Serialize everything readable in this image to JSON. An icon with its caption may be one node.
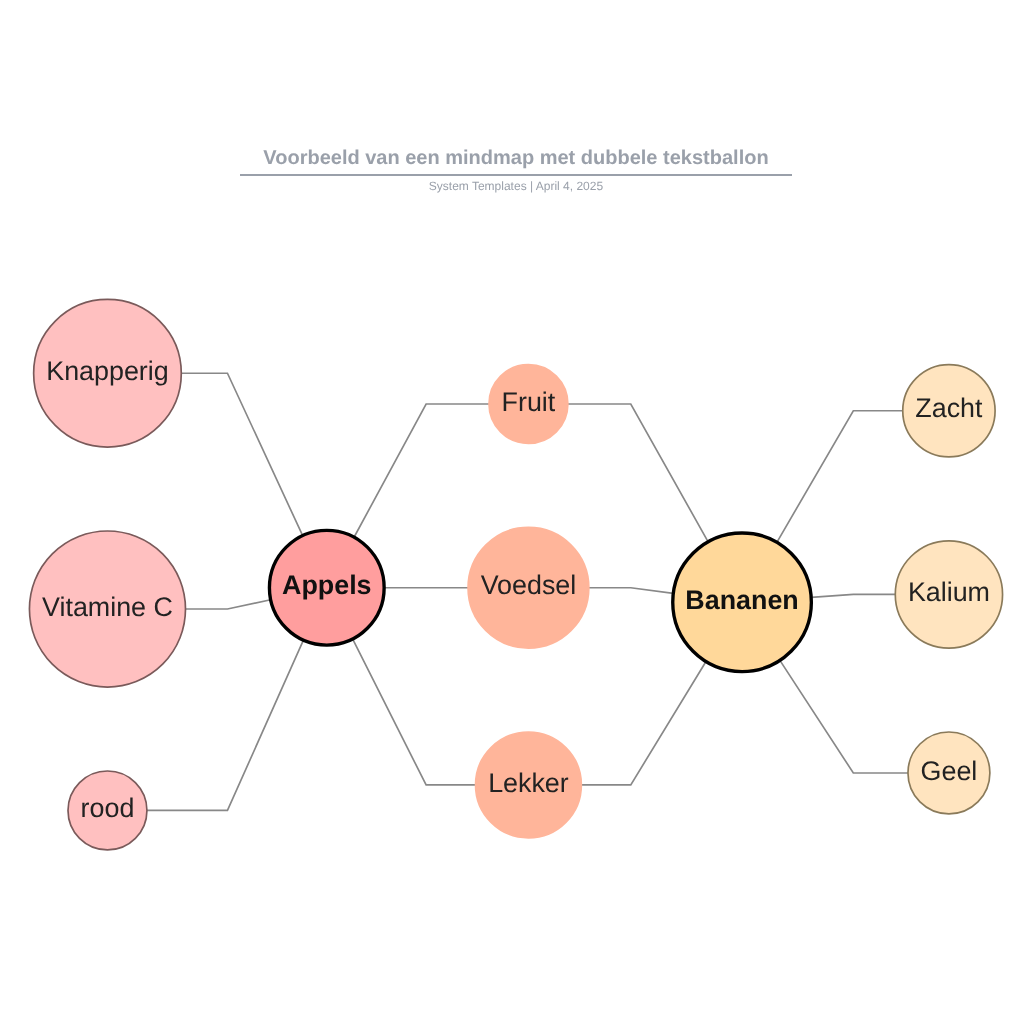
{
  "diagram": {
    "title": "Voorbeeld van een mindmap met dubbele tekstballon",
    "caption": "System Templates | April 4, 2025",
    "nodes": [
      {
        "text": [
          "Knapperig"
        ]
      },
      {
        "text": [
          "Fruit"
        ]
      },
      {
        "text": [
          "Zacht"
        ]
      },
      {
        "text": [
          "Vitamine C"
        ]
      },
      {
        "text": [
          "Appels"
        ]
      },
      {
        "text": [
          "Voedsel"
        ]
      },
      {
        "text": [
          "Bananen"
        ]
      },
      {
        "text": [
          "Kalium"
        ]
      },
      {
        "text": [
          "rood"
        ]
      },
      {
        "text": [
          "Lekker"
        ]
      },
      {
        "text": [
          "Geel"
        ]
      }
    ],
    "edges": [
      {
        "from": 0,
        "to": 4,
        "arrow": "none"
      },
      {
        "from": 3,
        "to": 4,
        "arrow": "none"
      },
      {
        "from": 8,
        "to": 4,
        "arrow": "none"
      },
      {
        "from": 4,
        "to": 1,
        "arrow": "none"
      },
      {
        "from": 4,
        "to": 5,
        "arrow": "none"
      },
      {
        "from": 4,
        "to": 9,
        "arrow": "none"
      },
      {
        "from": 1,
        "to": 6,
        "arrow": "none"
      },
      {
        "from": 5,
        "to": 6,
        "arrow": "none"
      },
      {
        "from": 9,
        "to": 6,
        "arrow": "none"
      },
      {
        "from": 6,
        "to": 2,
        "arrow": "none"
      },
      {
        "from": 6,
        "to": 7,
        "arrow": "none"
      },
      {
        "from": 6,
        "to": 10,
        "arrow": "none"
      }
    ]
  }
}
